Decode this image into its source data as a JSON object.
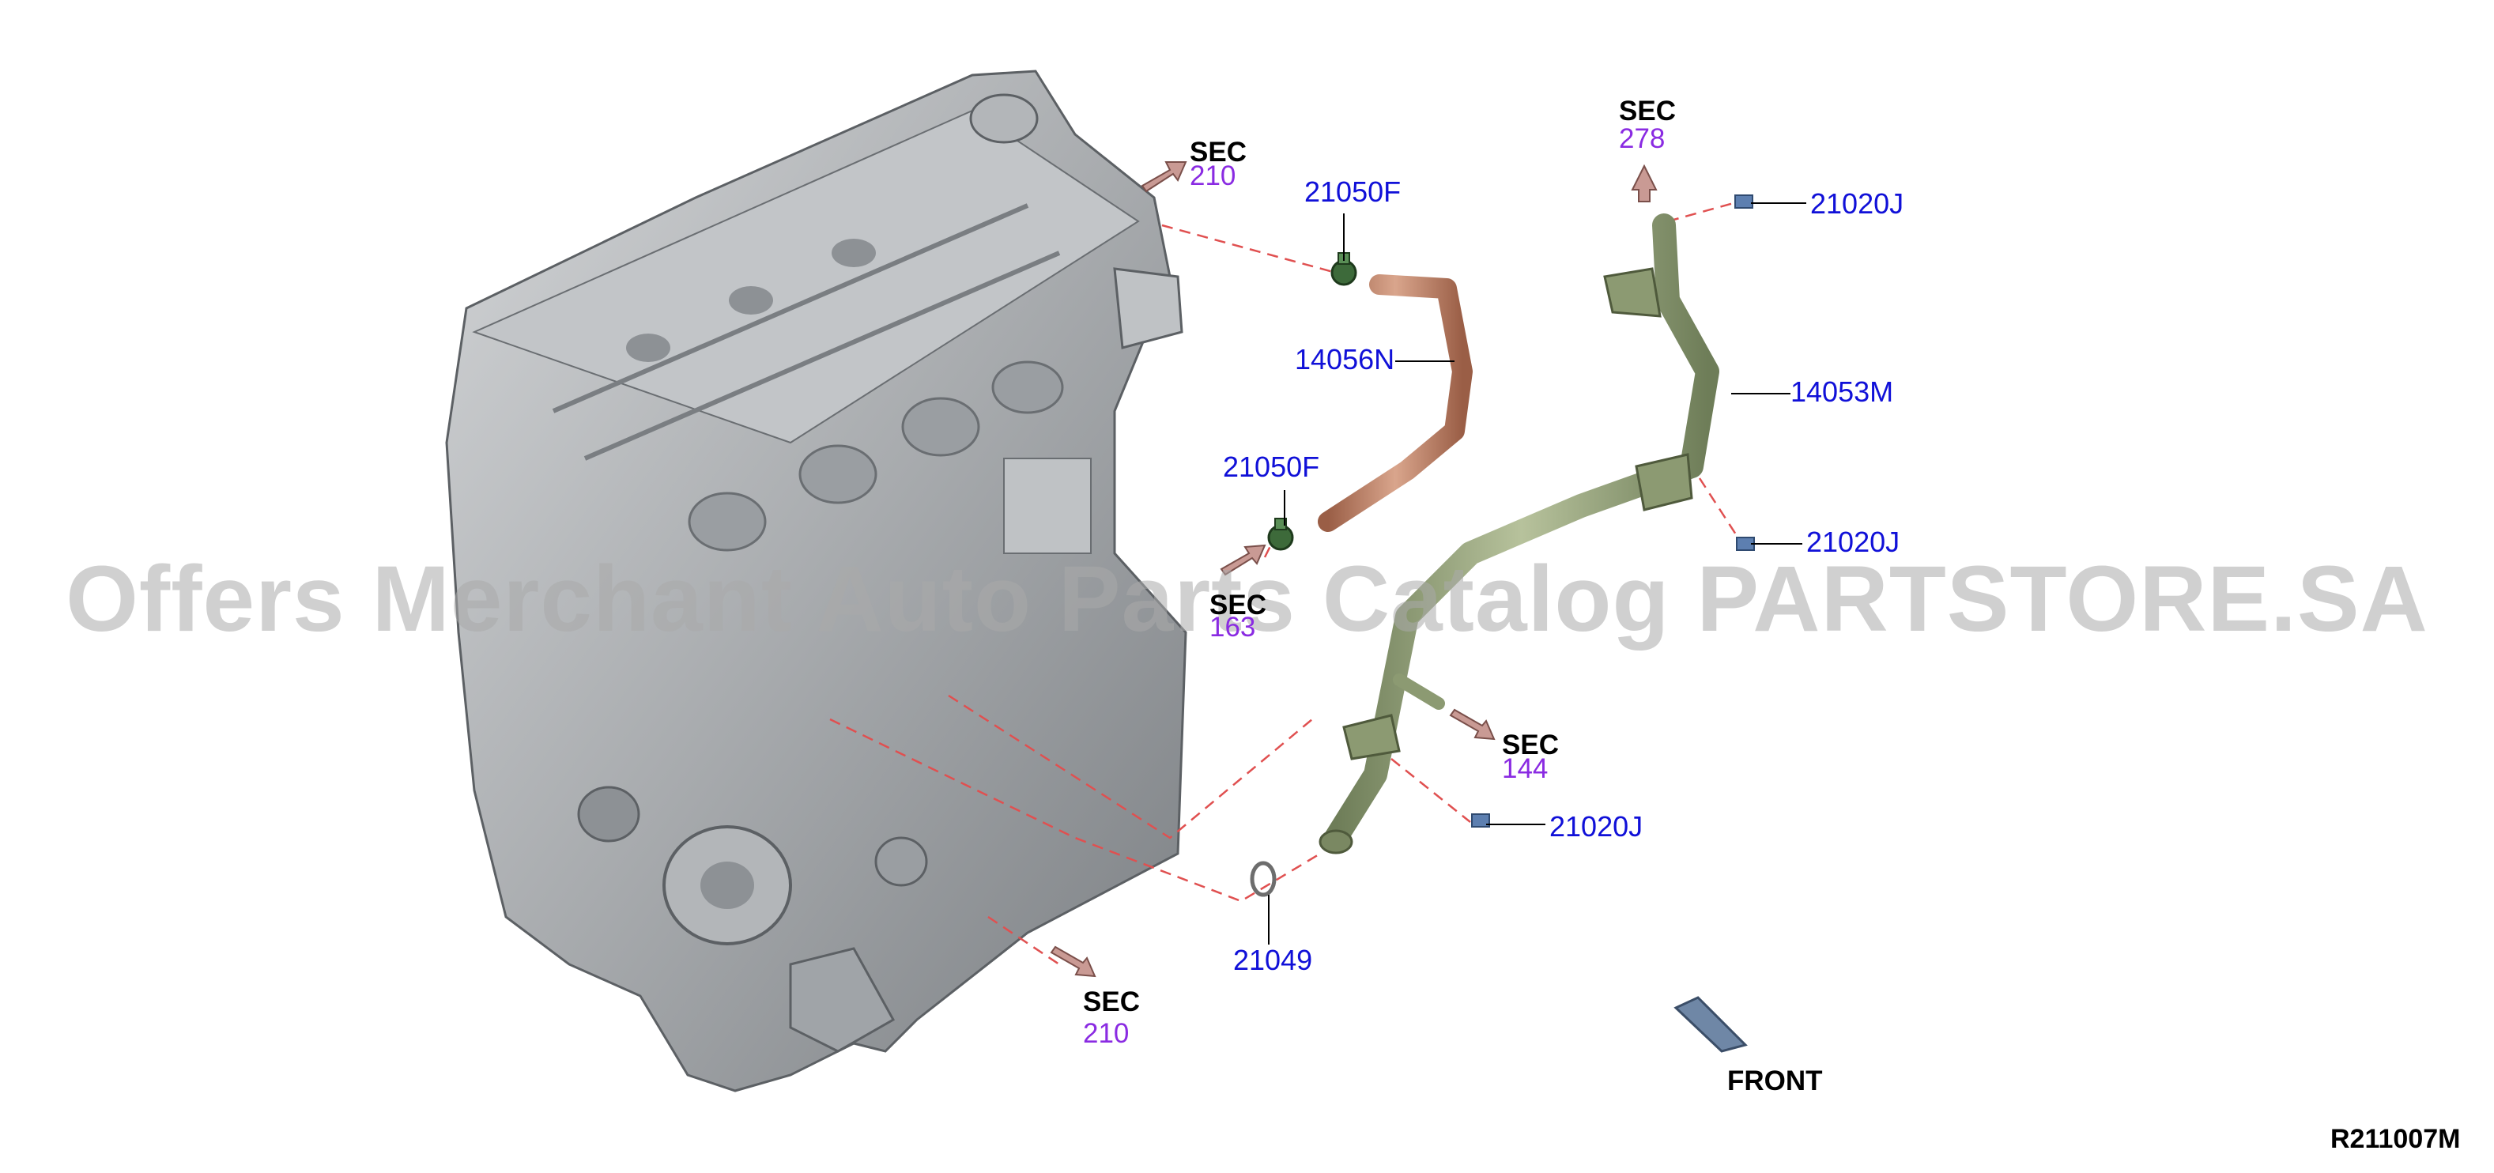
{
  "parts": {
    "p14056n": "14056N",
    "p21050f_top": "21050F",
    "p21050f_mid": "21050F",
    "p14053m": "14053M",
    "p21020j_top": "21020J",
    "p21020j_mid": "21020J",
    "p21020j_bot": "21020J",
    "p21049": "21049"
  },
  "sections": [
    {
      "label": "SEC",
      "number": "210"
    },
    {
      "label": "SEC",
      "number": "278"
    },
    {
      "label": "SEC",
      "number": "163"
    },
    {
      "label": "SEC",
      "number": "144"
    },
    {
      "label": "SEC",
      "number": "210"
    }
  ],
  "front_label": "FRONT",
  "diagram_code": "R211007M",
  "watermark": "Offers Merchant Auto Parts Catalog PARTSTORE.SA",
  "colors": {
    "part_label": "#1010d8",
    "section_number": "#8a2be2",
    "leader_dash": "#e05050",
    "hose": "#b87a5e",
    "tube": "#8c9a72",
    "engine": "#a9acae"
  }
}
